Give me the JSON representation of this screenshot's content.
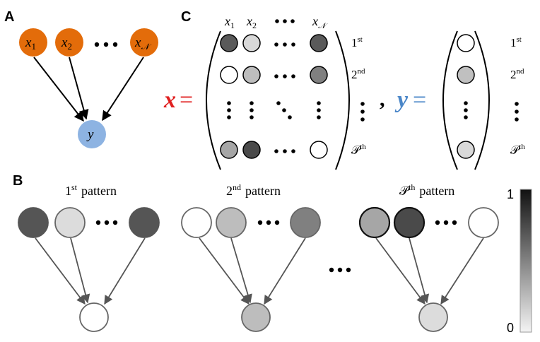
{
  "panels": {
    "a": "A",
    "b": "B",
    "c": "C"
  },
  "panel_a": {
    "nodes": {
      "x1_base": "x",
      "x1_sub": "1",
      "x2_base": "x",
      "x2_sub": "2",
      "xn_base": "x",
      "xn_sub": "𝒩",
      "y": "y"
    },
    "colors": {
      "input": "#e36c0a",
      "output": "#8db3e2"
    }
  },
  "panel_c": {
    "x_label": "x",
    "y_label": "y",
    "equals": "=",
    "comma": ",",
    "col_heads": [
      {
        "base": "x",
        "sub": "1"
      },
      {
        "base": "x",
        "sub": "2"
      },
      {
        "base": "x",
        "sub": "𝒩"
      }
    ],
    "row_labels": [
      {
        "base": "1",
        "sup": "st"
      },
      {
        "base": "2",
        "sup": "nd"
      },
      {
        "base": "𝒫",
        "sup": "th"
      }
    ],
    "colors": {
      "x": "#e02020",
      "y": "#4a86c8"
    }
  },
  "panel_b": {
    "patterns": [
      {
        "base": "1",
        "sup": "st",
        "word": "pattern"
      },
      {
        "base": "2",
        "sup": "nd",
        "word": "pattern"
      },
      {
        "base": "𝒫",
        "sup": "th",
        "word": "pattern"
      }
    ]
  },
  "colorbar": {
    "max": "1",
    "min": "0"
  }
}
